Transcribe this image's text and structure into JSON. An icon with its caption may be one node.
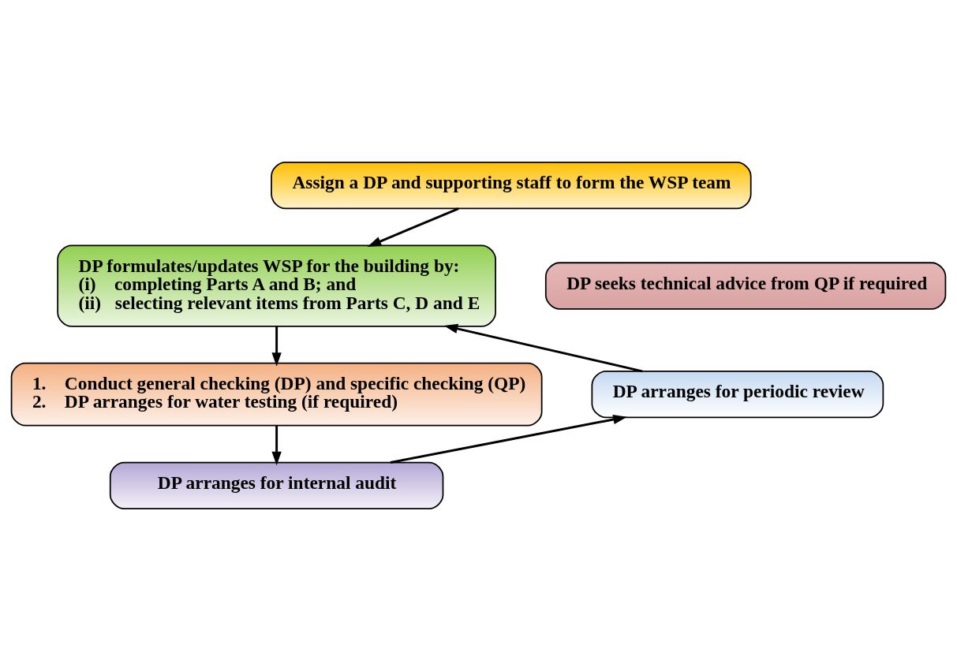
{
  "diagram": {
    "nodes": [
      {
        "text": [
          "Assign a DP and supporting staff to form the WSP team"
        ]
      },
      {
        "text": [
          "DP formulates/updates WSP for the building by:",
          "(i)    completing Parts A and B; and",
          "(ii)   selecting relevant items from Parts C, D and E"
        ]
      },
      {
        "text": [
          "1.    Conduct general checking (DP) and specific checking (QP)",
          "2.    DP arranges for water testing (if required)"
        ]
      },
      {
        "text": [
          "DP arranges for internal audit"
        ]
      },
      {
        "text": [
          "DP arranges for periodic review"
        ]
      },
      {
        "text": [
          "DP seeks technical advice from QP if required"
        ]
      }
    ],
    "edges": [
      {
        "from": 0,
        "to": 1,
        "arrow": "to"
      },
      {
        "from": 1,
        "to": 2,
        "arrow": "to"
      },
      {
        "from": 2,
        "to": 3,
        "arrow": "to"
      },
      {
        "from": 3,
        "to": 4,
        "arrow": "to"
      },
      {
        "from": 4,
        "to": 1,
        "arrow": "to"
      }
    ]
  }
}
